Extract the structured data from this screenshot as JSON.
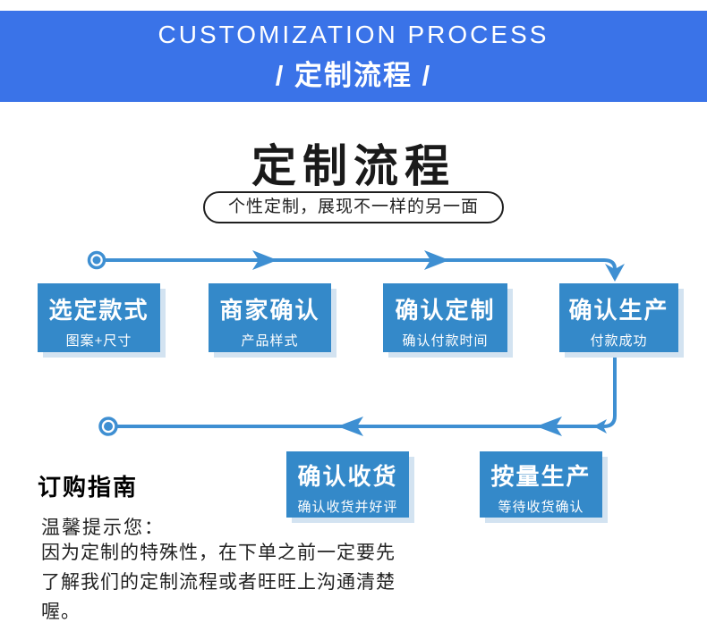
{
  "banner": {
    "title_en": "CUSTOMIZATION PROCESS",
    "title_zh": "/ 定制流程 /"
  },
  "intro": {
    "title": "定制流程",
    "subtitle": "个性定制，展现不一样的另一面"
  },
  "flow": {
    "steps": [
      {
        "label": "选定款式",
        "sublabel": "图案+尺寸"
      },
      {
        "label": "商家确认",
        "sublabel": "产品样式"
      },
      {
        "label": "确认定制",
        "sublabel": "确认付款时间"
      },
      {
        "label": "确认生产",
        "sublabel": "付款成功"
      },
      {
        "label": "按量生产",
        "sublabel": "等待收货确认"
      },
      {
        "label": "确认收货",
        "sublabel": "确认收货并好评"
      }
    ]
  },
  "guide": {
    "title": "订购指南",
    "lead": "温馨提示您：",
    "lines": [
      "因为定制的特殊性，在下单之前一定要先",
      "了解我们的定制流程或者旺旺上沟通清楚",
      "喔。"
    ]
  },
  "colors": {
    "banner_blue": "#3A73E8",
    "box_blue": "#3489C9",
    "line_blue": "#3E8FD2",
    "shadow_blue": "#D3E3F1"
  }
}
